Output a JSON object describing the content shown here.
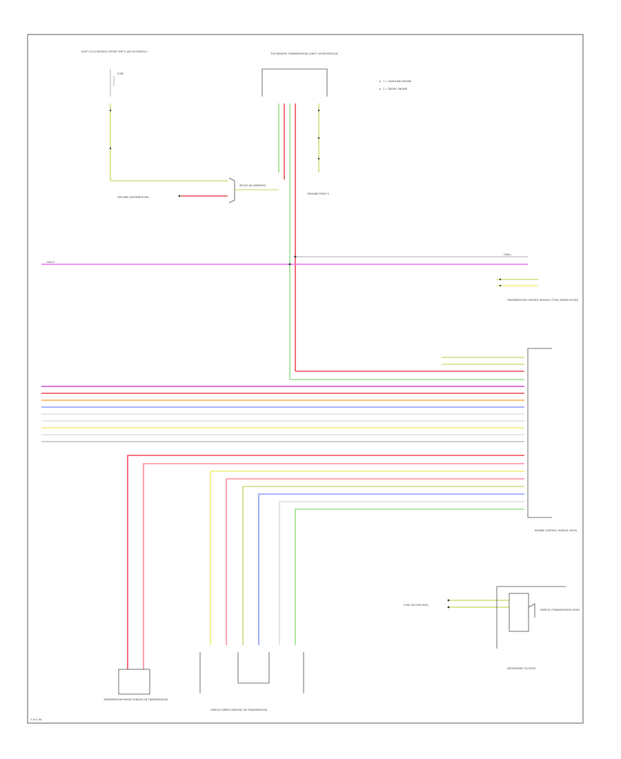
{
  "colors": {
    "pink": "#ee66ee",
    "violet": "#cc44cc",
    "red": "#ee4455",
    "lightred": "#ff8899",
    "green": "#99dd88",
    "yellowgreen": "#ccdd77",
    "yellow": "#eeee77",
    "blue": "#8899ff",
    "gray": "#bbbbbb",
    "lightgray": "#dddddd",
    "white": "#f2f2f2"
  },
  "labels": {
    "page_ref": "2 of 2 (6)",
    "legend_1": "1 = GASOLINE ENGINE",
    "legend_2": "2 = DIESEL ENGINE",
    "top_left_component": "SHIFT LOCK MODULE (SPORT SHIFT) (W/ AUTOMATIC)",
    "top_center_component": "TCM SENSOR (TRANSMISSION) (SHIFT LEVER MODULE)",
    "splice_label": "SPLICE (IN HARNESS)",
    "ground_label": "GROUND POINT G",
    "ground_dist": "GROUND (DISTRIBUTION)",
    "right_upper_component": "TRANSMISSION CONTROL MODULE (TCM) (UNDER HOOD)",
    "right_mid_component": "ENGINE CONTROL MODULE (ECM)",
    "bottom_left_component": "TRANSMISSION RANGE SENSOR (IN TRANSMISSION)",
    "bottom_center_component": "VEHICLE SPEED SENSORS (IN TRANSMISSION)",
    "instrument_component": "INSTRUMENT CLUSTER",
    "instrument_sub": "DISPLAY (TRANSMISSION GEAR)",
    "fuse_label": "FUSE (IN FUSE BOX)",
    "can_high": "CAN-H",
    "can_low": "CAN-L"
  }
}
